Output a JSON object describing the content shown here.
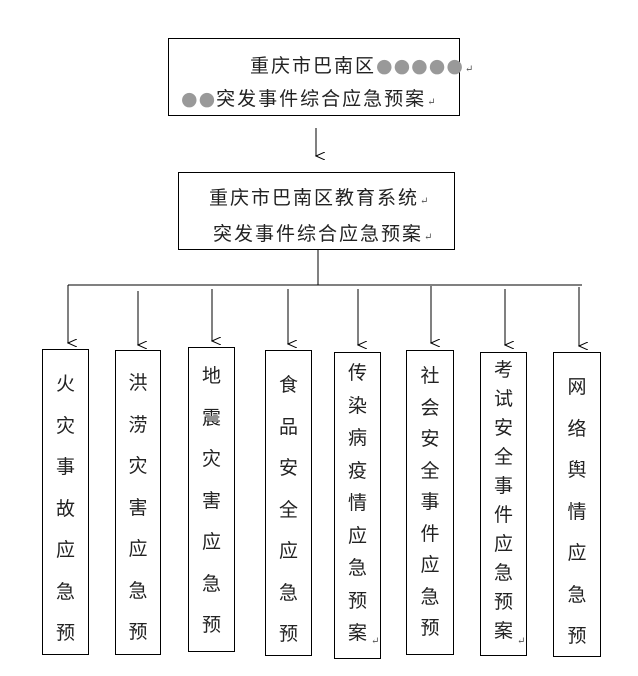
{
  "top_box": {
    "line1_text": "重庆市巴南区",
    "line1_dots": "●●●●●",
    "line2_dots": "●●",
    "line2_text": "突发事件综合应急预案",
    "return_mark": "↵"
  },
  "middle_box": {
    "line1": "重庆市巴南区教育系统",
    "line2": "突发事件综合应急预案",
    "return_mark": "↵"
  },
  "plans": [
    {
      "label": "火灾事故应急预",
      "chars": [
        "火",
        "灾",
        "事",
        "故",
        "应",
        "急",
        "预"
      ]
    },
    {
      "label": "洪涝灾害应急预",
      "chars": [
        "洪",
        "涝",
        "灾",
        "害",
        "应",
        "急",
        "预"
      ]
    },
    {
      "label": "地震灾害应急预",
      "chars": [
        "地",
        "震",
        "灾",
        "害",
        "应",
        "急",
        "预"
      ]
    },
    {
      "label": "食品安全应急预",
      "chars": [
        "食",
        "品",
        "安",
        "全",
        "应",
        "急",
        "预"
      ]
    },
    {
      "label": "传染病疫情应急预案",
      "chars": [
        "传",
        "染",
        "病",
        "疫",
        "情",
        "应",
        "急",
        "预",
        "案"
      ]
    },
    {
      "label": "社会安全事件应急预",
      "chars": [
        "社",
        "会",
        "安",
        "全",
        "事",
        "件",
        "应",
        "急",
        "预"
      ]
    },
    {
      "label": "考试安全事件应急预案",
      "chars": [
        "考",
        "试",
        "安",
        "全",
        "事",
        "件",
        "应",
        "急",
        "预",
        "案"
      ]
    },
    {
      "label": "网络舆情应急预",
      "chars": [
        "网",
        "络",
        "舆",
        "情",
        "应",
        "急",
        "预"
      ]
    }
  ]
}
